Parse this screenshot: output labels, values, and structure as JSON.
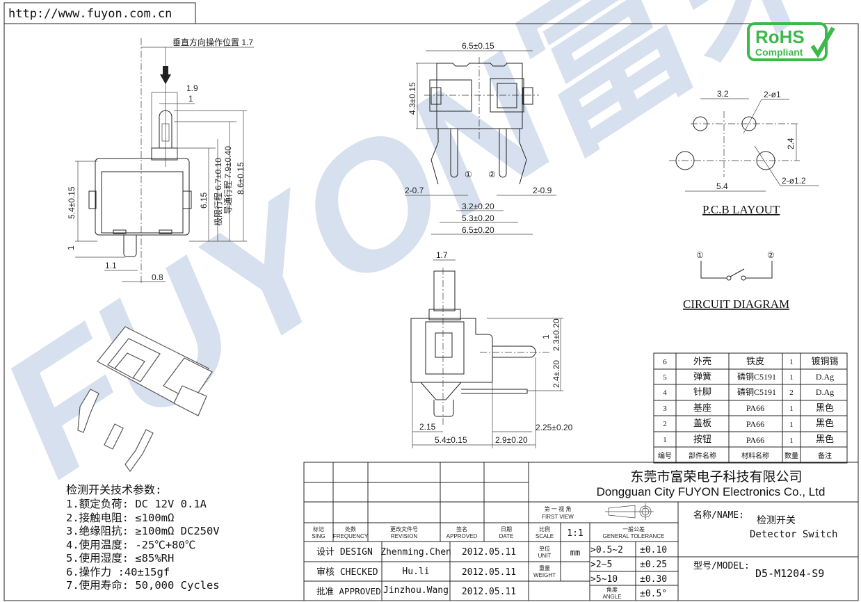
{
  "url": "http://www.fuyon.com.cn",
  "watermark": "FUYON富荣",
  "rohs": {
    "line1": "RoHS",
    "line2": "Compliant",
    "color": "#3cb94a"
  },
  "left_view": {
    "vertical_position": "垂直方向操作位置 1.7",
    "d_1_9": "1.9",
    "d_1": "1",
    "d_6_15": "6.15",
    "limit_travel": "极限行程 6.7±0.10",
    "conduct_travel": "导通行程 7.9±0.40",
    "d_8_6": "8.6±0.15",
    "d_5_4": "5.4±0.15",
    "d_1b": "1",
    "d_1_1": "1.1",
    "d_0_8": "0.8"
  },
  "top_view": {
    "width": "6.5±0.15",
    "height": "4.3±0.15",
    "pin1": "①",
    "pin2": "②",
    "pin_w1": "2-0.7",
    "pin_w2": "2-0.9",
    "d_3_2": "3.2±0.20",
    "d_5_3": "5.3±0.20",
    "d_6_5": "6.5±0.20"
  },
  "side_view": {
    "d_1_7": "1.7",
    "d_2_3": "2.3±0.20",
    "d_1": "1",
    "d_2_4": "2.4±.20",
    "d_2_15": "2.15",
    "d_5_4": "5.4±0.15",
    "d_2_25": "2.25±0.20",
    "d_2_9": "2.9±0.20"
  },
  "pcb": {
    "d_3_2": "3.2",
    "hole1": "2-ø1",
    "d_2_4": "2.4",
    "d_5_4": "5.4",
    "hole2": "2-ø1.2",
    "title": "P.C.B LAYOUT"
  },
  "circuit": {
    "t1": "①",
    "t2": "②",
    "title": "CIRCUIT DIAGRAM"
  },
  "specs": {
    "title": "检测开关技术参数:",
    "items": [
      "1.额定负荷: DC 12V 0.1A",
      "2.接触电阻: ≤100mΩ",
      "3.绝缘阻抗: ≥100mΩ DC250V",
      "4.使用温度: -25℃+80℃",
      "5.使用湿度: ≤85%RH",
      "6.操作力 :40±15gf",
      "7.使用寿命: 50,000 Cycles"
    ]
  },
  "parts_table": {
    "headers": [
      "编号",
      "部件名称",
      "材料名称",
      "数量",
      "备注"
    ],
    "rows": [
      [
        "6",
        "外壳",
        "铁皮",
        "1",
        "镀铜锡"
      ],
      [
        "5",
        "弹簧",
        "磷铜C5191",
        "1",
        "D.Ag"
      ],
      [
        "4",
        "针脚",
        "磷铜C5191",
        "2",
        "D.Ag"
      ],
      [
        "3",
        "基座",
        "PA66",
        "1",
        "黑色"
      ],
      [
        "2",
        "盖板",
        "PA66",
        "1",
        "黑色"
      ],
      [
        "1",
        "按钮",
        "PA66",
        "1",
        "黑色"
      ]
    ]
  },
  "title_block": {
    "company_cn": "东莞市富荣电子科技有限公司",
    "company_en": "Dongguan City FUYON Electronics Co., Ltd",
    "first_view_cn": "第 一 视 角",
    "first_view_en": "FIRST VIEW",
    "rev_headers": [
      {
        "cn": "标记",
        "en": "SING"
      },
      {
        "cn": "处数",
        "en": "FREQUENCY"
      },
      {
        "cn": "更改文件号",
        "en": "REVISION"
      },
      {
        "cn": "签名",
        "en": "APPROVED"
      },
      {
        "cn": "日期",
        "en": "DATE"
      }
    ],
    "scale_cn": "比例",
    "scale_en": "SCALE",
    "scale": "1:1",
    "tol_cn": "一般公差",
    "tol_en": "GENERAL TOLERANCE",
    "unit_cn": "单位",
    "unit_en": "UNIT",
    "unit": "mm",
    "weight_cn": "重量",
    "weight_en": "WEIGHT",
    "angle_cn": "角度",
    "angle_en": "ANGLE",
    "tolerances": [
      {
        "range": ">0.5~2",
        "value": "±0.10"
      },
      {
        "range": ">2~5",
        "value": "±0.25"
      },
      {
        "range": ">5~10",
        "value": "±0.30"
      },
      {
        "range": "",
        "value": "±0.5°"
      }
    ],
    "signoff": [
      {
        "role": "设计 DESIGN",
        "name": "Zhenming.Chen",
        "date": "2012.05.11"
      },
      {
        "role": "审核 CHECKED",
        "name": "Hu.li",
        "date": "2012.05.11"
      },
      {
        "role": "批准 APPROVED",
        "name": "Jinzhou.Wang",
        "date": "2012.05.11"
      }
    ],
    "name_label": "名称/NAME:",
    "name_cn": "检测开关",
    "name_en": "Detector Switch",
    "model_label": "型号/MODEL:",
    "model": "D5-M1204-S9"
  }
}
